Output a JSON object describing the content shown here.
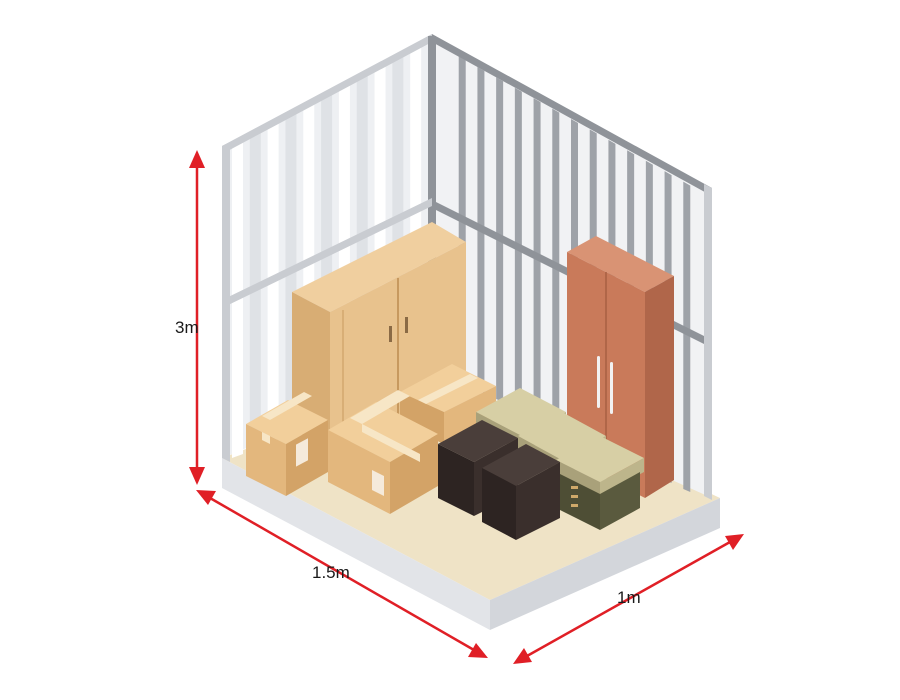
{
  "dimensions": {
    "height": "3m",
    "length": "1.5m",
    "width": "1m"
  },
  "colors": {
    "arrow": "#e01f26",
    "floor": "#efe3c6",
    "wall_bg": "#e9ebef",
    "wall_post_light": "#ffffff",
    "wall_post_dark": "#9ea2a8",
    "frame": "#c9ccd1",
    "cardboard_top": "#f2cf9b",
    "cardboard_front": "#e3b77d",
    "cardboard_side": "#d3a367",
    "cabinet_top": "#f0cf9f",
    "cabinet_front": "#e8c28d",
    "cabinet_side": "#d8ad74",
    "wardrobe_front": "#c97a5a",
    "wardrobe_side": "#b0664a",
    "wardrobe_top": "#d99374",
    "ottoman_top": "#4a3e3a",
    "ottoman_front": "#2d2422",
    "ottoman_side": "#3a2f2c",
    "khaki_top": "#d7cfa5",
    "khaki_front": "#bdb58b",
    "dresser_body": "#5a5a3e"
  },
  "icons": [
    "box-icon",
    "cabinet-icon",
    "wardrobe-icon",
    "ottoman-icon",
    "storage-box-icon",
    "dresser-icon"
  ]
}
